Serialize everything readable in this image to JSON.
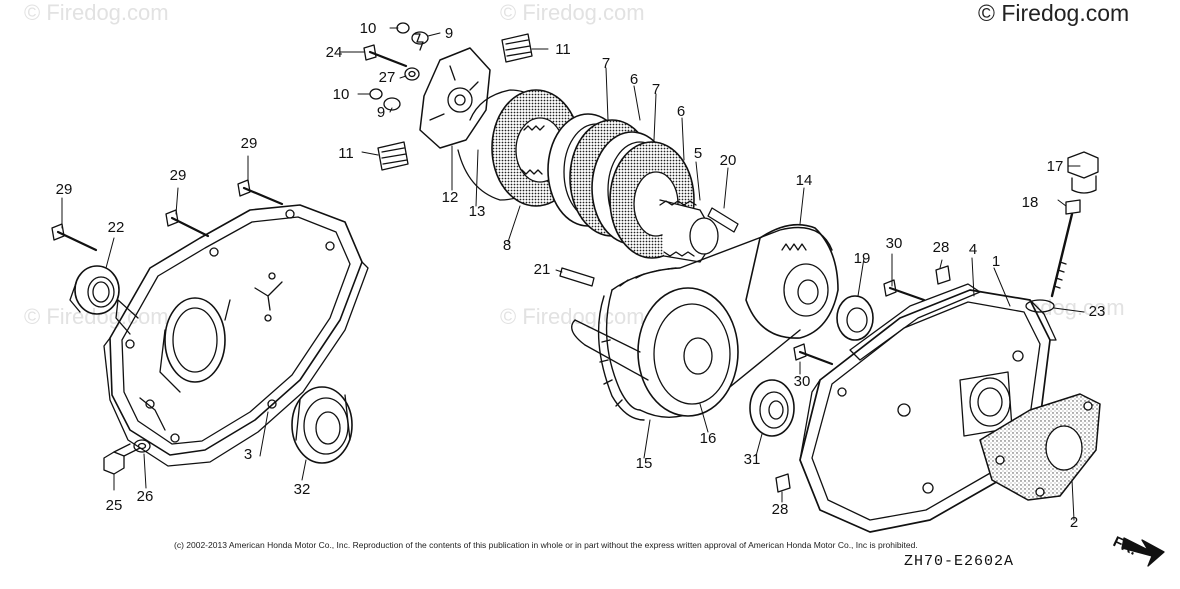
{
  "watermarks": {
    "main": "© Firedog.com",
    "faint": "© Firedog.com"
  },
  "copyright": "(c) 2002-2013 American Honda Motor Co., Inc. Reproduction of the contents of this publication in whole or in part without the express written approval of American Honda Motor Co., Inc is prohibited.",
  "diagram_code": "ZH70-E2602A",
  "front_label": "FR.",
  "callouts": [
    {
      "id": "c1",
      "text": "1"
    },
    {
      "id": "c2",
      "text": "2"
    },
    {
      "id": "c3",
      "text": "3"
    },
    {
      "id": "c4",
      "text": "4"
    },
    {
      "id": "c5",
      "text": "5"
    },
    {
      "id": "c6a",
      "text": "6"
    },
    {
      "id": "c6b",
      "text": "6"
    },
    {
      "id": "c7a",
      "text": "7"
    },
    {
      "id": "c7b",
      "text": "7"
    },
    {
      "id": "c8",
      "text": "8"
    },
    {
      "id": "c9a",
      "text": "9"
    },
    {
      "id": "c9b",
      "text": "9"
    },
    {
      "id": "c10a",
      "text": "10"
    },
    {
      "id": "c10b",
      "text": "10"
    },
    {
      "id": "c11a",
      "text": "11"
    },
    {
      "id": "c11b",
      "text": "11"
    },
    {
      "id": "c12",
      "text": "12"
    },
    {
      "id": "c13",
      "text": "13"
    },
    {
      "id": "c14",
      "text": "14"
    },
    {
      "id": "c15",
      "text": "15"
    },
    {
      "id": "c16",
      "text": "16"
    },
    {
      "id": "c17",
      "text": "17"
    },
    {
      "id": "c18",
      "text": "18"
    },
    {
      "id": "c19",
      "text": "19"
    },
    {
      "id": "c20",
      "text": "20"
    },
    {
      "id": "c21",
      "text": "21"
    },
    {
      "id": "c22",
      "text": "22"
    },
    {
      "id": "c23",
      "text": "23"
    },
    {
      "id": "c24",
      "text": "24"
    },
    {
      "id": "c25",
      "text": "25"
    },
    {
      "id": "c26",
      "text": "26"
    },
    {
      "id": "c27",
      "text": "27"
    },
    {
      "id": "c28a",
      "text": "28"
    },
    {
      "id": "c28b",
      "text": "28"
    },
    {
      "id": "c29a",
      "text": "29"
    },
    {
      "id": "c29b",
      "text": "29"
    },
    {
      "id": "c29c",
      "text": "29"
    },
    {
      "id": "c30a",
      "text": "30"
    },
    {
      "id": "c30b",
      "text": "30"
    },
    {
      "id": "c31",
      "text": "31"
    },
    {
      "id": "c32",
      "text": "32"
    }
  ]
}
